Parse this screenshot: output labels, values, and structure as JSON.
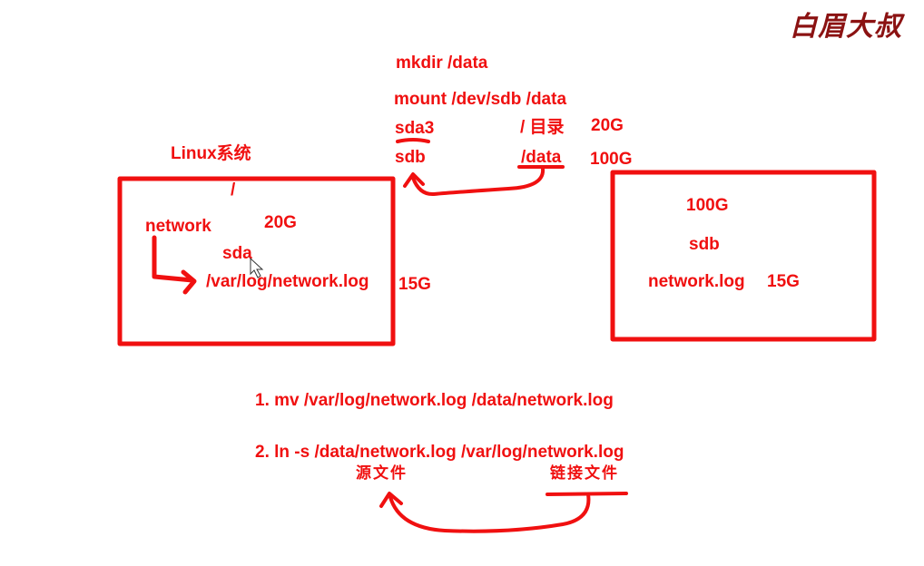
{
  "brand": {
    "logo_text": "白眉大叔"
  },
  "header": {
    "mkdir_cmd": "mkdir /data",
    "mount_cmd": "mount /dev/sdb /data"
  },
  "mapping": {
    "row1": {
      "device": "sda3",
      "dir": "/ 目录",
      "size": "20G"
    },
    "row2": {
      "device": "sdb",
      "dir": "/data",
      "size": "100G"
    }
  },
  "linux_box": {
    "title": "Linux系统",
    "root": "/",
    "network": "network",
    "size_20g": "20G",
    "disk": "sda",
    "log_path": "/var/log/network.log",
    "log_size": "15G"
  },
  "sdb_box": {
    "size": "100G",
    "disk": "sdb",
    "file": "network.log",
    "file_size": "15G"
  },
  "steps": {
    "step1": "1. mv /var/log/network.log  /data/network.log",
    "step2": "2. ln -s /data/network.log  /var/log/network.log",
    "source_label": "源文件",
    "link_label": "链接文件"
  },
  "colors": {
    "accent": "#f01010",
    "brand": "#8b1212"
  }
}
